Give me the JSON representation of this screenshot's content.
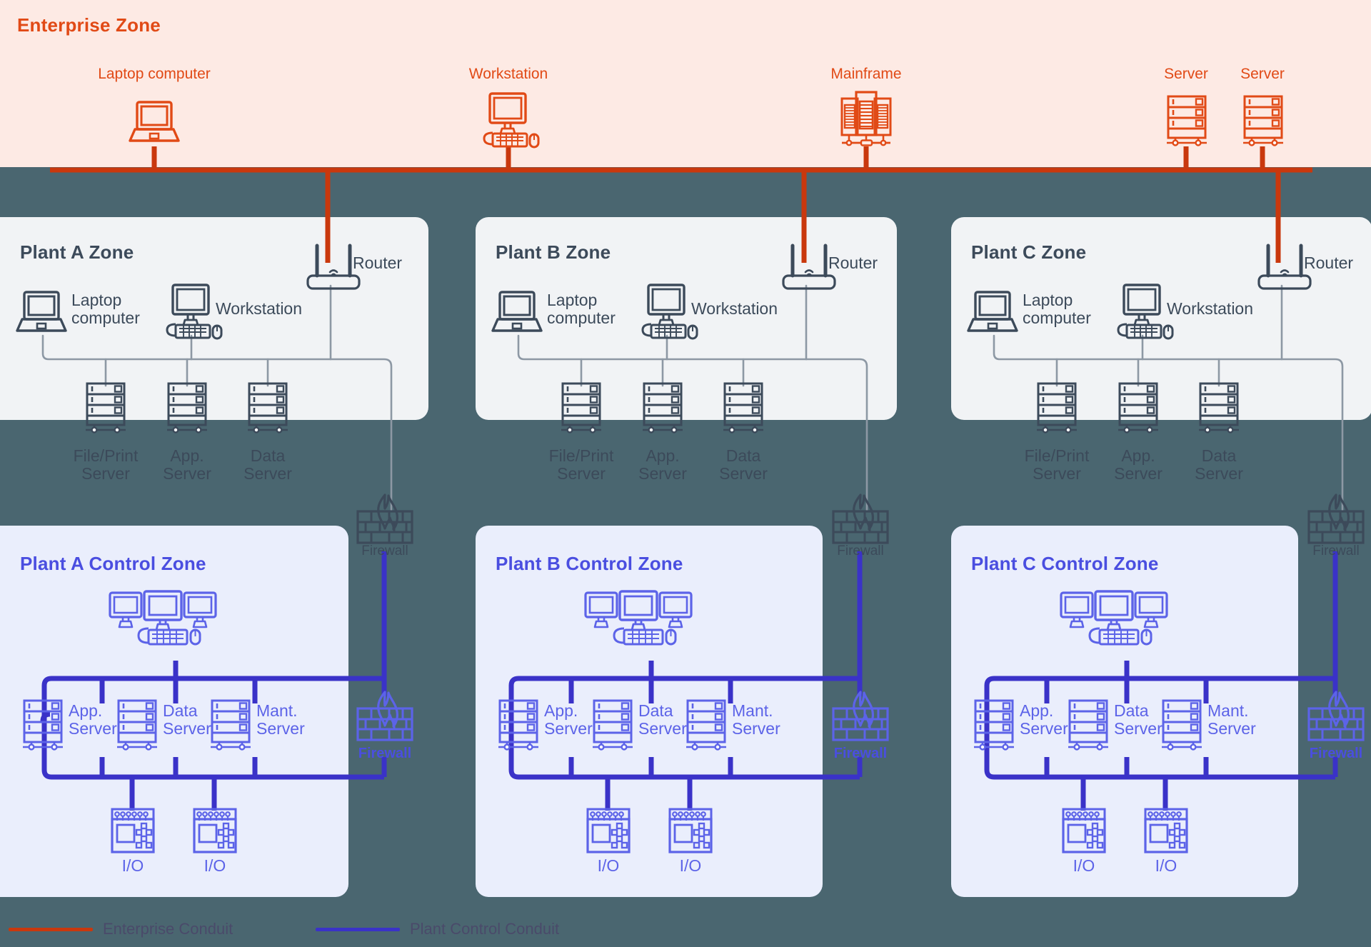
{
  "colors": {
    "page_background": "#4a6670",
    "enterprise_fill": "#fdeae4",
    "enterprise_accent": "#e14a16",
    "plant_fill": "#f1f3f5",
    "plant_accent": "#3c4a5a",
    "control_fill": "#eaeefc",
    "control_accent": "#4a4ee0",
    "conduit_red": "#c9380d",
    "conduit_blue": "#3a32c8",
    "plant_line": "#8d98a4"
  },
  "enterprise": {
    "title": "Enterprise Zone",
    "devices": [
      {
        "label": "Laptop computer",
        "icon": "laptop-icon"
      },
      {
        "label": "Workstation",
        "icon": "workstation-icon"
      },
      {
        "label": "Mainframe",
        "icon": "mainframe-icon"
      },
      {
        "label": "Server",
        "icon": "server-icon"
      },
      {
        "label": "Server",
        "icon": "server-icon"
      }
    ]
  },
  "plant_zones": [
    {
      "title": "Plant A Zone",
      "router_label": "Router",
      "laptop_label": "Laptop\ncomputer",
      "workstation_label": "Workstation",
      "servers": [
        {
          "label": "File/Print\nServer",
          "icon": "server-icon"
        },
        {
          "label": "App.\nServer",
          "icon": "server-icon"
        },
        {
          "label": "Data\nServer",
          "icon": "server-icon"
        }
      ],
      "firewall_label": "Firewall"
    },
    {
      "title": "Plant B Zone",
      "router_label": "Router",
      "laptop_label": "Laptop\ncomputer",
      "workstation_label": "Workstation",
      "servers": [
        {
          "label": "File/Print\nServer",
          "icon": "server-icon"
        },
        {
          "label": "App.\nServer",
          "icon": "server-icon"
        },
        {
          "label": "Data\nServer",
          "icon": "server-icon"
        }
      ],
      "firewall_label": "Firewall"
    },
    {
      "title": "Plant C Zone",
      "router_label": "Router",
      "laptop_label": "Laptop\ncomputer",
      "workstation_label": "Workstation",
      "servers": [
        {
          "label": "File/Print\nServer",
          "icon": "server-icon"
        },
        {
          "label": "App.\nServer",
          "icon": "server-icon"
        },
        {
          "label": "Data\nServer",
          "icon": "server-icon"
        }
      ],
      "firewall_label": "Firewall"
    }
  ],
  "control_zones": [
    {
      "title": "Plant A Control Zone",
      "hmi_icon": "triple-monitor-workstation-icon",
      "servers": [
        {
          "label": "App.\nServer",
          "icon": "server-icon"
        },
        {
          "label": "Data\nServer",
          "icon": "server-icon"
        },
        {
          "label": "Mant.\nServer",
          "icon": "server-icon"
        }
      ],
      "io_modules": [
        {
          "label": "I/O",
          "icon": "io-module-icon"
        },
        {
          "label": "I/O",
          "icon": "io-module-icon"
        }
      ],
      "firewall_label": "Firewall"
    },
    {
      "title": "Plant B Control Zone",
      "hmi_icon": "triple-monitor-workstation-icon",
      "servers": [
        {
          "label": "App.\nServer",
          "icon": "server-icon"
        },
        {
          "label": "Data\nServer",
          "icon": "server-icon"
        },
        {
          "label": "Mant.\nServer",
          "icon": "server-icon"
        }
      ],
      "io_modules": [
        {
          "label": "I/O",
          "icon": "io-module-icon"
        },
        {
          "label": "I/O",
          "icon": "io-module-icon"
        }
      ],
      "firewall_label": "Firewall"
    },
    {
      "title": "Plant C Control Zone",
      "hmi_icon": "triple-monitor-workstation-icon",
      "servers": [
        {
          "label": "App.\nServer",
          "icon": "server-icon"
        },
        {
          "label": "Data\nServer",
          "icon": "server-icon"
        },
        {
          "label": "Mant.\nServer",
          "icon": "server-icon"
        }
      ],
      "io_modules": [
        {
          "label": "I/O",
          "icon": "io-module-icon"
        },
        {
          "label": "I/O",
          "icon": "io-module-icon"
        }
      ],
      "firewall_label": "Firewall"
    }
  ],
  "legend": [
    {
      "label": "Enterprise Conduit",
      "color": "#c9380d"
    },
    {
      "label": "Plant Control Conduit",
      "color": "#3a32c8"
    }
  ]
}
